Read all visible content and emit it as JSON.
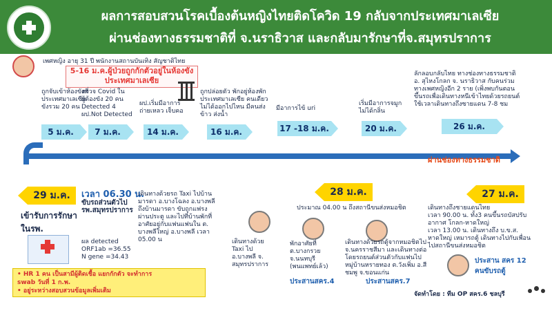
{
  "header": {
    "title_line1": "ผลการสอบสวนโรคเบื้องต้นหญิงไทยติดโควิด 19 กลับจากประเทศมาเลเซีย",
    "title_line2": "ผ่านช่องทางธรรมชาติที่ จ.นราธิวาส และกลับมารักษาที่จ.สมุทรปราการ"
  },
  "patient_info": "เพศหญิง อายุ 31 ปี  พนักงานสถานบันเทิง  สัญชาติไทย",
  "callout": "5-16 ม.ค.ผู้ป่วยถูกกักตัวอยู่ในห้องขัง\nประเทศมาเลเซีย",
  "top_dates": [
    "5 ม.ค.",
    "7 ม.ค.",
    "14 ม.ค.",
    "16 ม.ค.",
    "17 -18 ม.ค.",
    "20 ม.ค.",
    "26 ม.ค."
  ],
  "top_notes": [
    "ถูกจับเข้าห้องขังที่\nประเทศมาเลเซีย\nขังรวม 20 คน",
    "ตรวจ Covid ใน\nผู้ต้องขัง 20 คน\nDetected 4\nผป.Not Detected",
    "ผป.เริ่มมีอาการ\nถ่ายเหลว เจ็บคอ",
    "ถูกปล่อยตัว พักอยู่ห้องพัก\nประเทศมาเลเซีย คนเดียว\nไม่ได้ออกไปไหน มีคนส่ง\nข้าว ส่งน้ำ",
    "มีอาการไข้ uri",
    "เริ่มมีอาการจมูก\nไม่ได้กลิ่น",
    "ลักลอบกลับไทย ทางช่องทางธรรมชาติ\nอ. สุไหงโกลก จ. นราธิวาส กับคนร่วม\nทางเพศหญิงอีก 2 ราย (เพิ่งพบกันตอน\nขึ้นรถเพื่อเดินทางหนีเข้าไทยด้วยรถยนต์\nใช้เวลาเดินทางถึงซายแดน 7-8 ชม"
  ],
  "timeline_label": "ผ่านช่องทางธรรมชาติ",
  "bottom_dates": [
    "29 ม.ค.",
    "28 ม.ค.",
    "27 ม.ค."
  ],
  "admitted": "เข้ารับการรักษา\nในรพ.",
  "lab": {
    "time": "เวลา 06.30 น.",
    "action": "ขับรถส่วนตัวไป\nรพ.สมุทรปราการ",
    "result": "ผล detected\nORF1ab =36.55\nN gene =34.43"
  },
  "taxi_note": "เดินทางด้วยรถ Taxi ไปบ้าน\nมารดา อ.บางโฉลง อ.บางพลี\nถึงบ้านมารดา ขับถูกแฟรง\nผ่านประตู และไปที่บ้านพักที่\nอาศัยอยู่กับแฟนแฟนใน ต.\nบางพลีใหญ่ อ.บางพลี เวลา\n05.00 น",
  "taxi_person": "เดินทางด้วย\nTaxi ไป\nอ.บางพลี จ.\nสมุทรปราการ",
  "bus_note": "ประมาณ 04.00 น ถึงสถานีขนส่งหมอชิต",
  "person2": "พักอาศัยที่\nต.บางกรวย\nจ.นนทบุรี\n(พนแพทย์เล้ว)",
  "person2_label": "ประสานสคร.4",
  "person3": "เดินทางด้วยรถตู้จากหมอชิตไป\nจ.นครราชสีมา และเดินทางต่อ\nโดยรถยนต์ส่วนตัวกับแฟนไป\nหมู่บ้านหรายทอง ต.วังเพิ่ม อ.สี\nชมพู จ.ขอนแก่น",
  "person3_label": "ประสานสคร.7",
  "right_note": "เดินทางถึงชายแดนไทย\nเวลา 90.00 น. ทั้ง3 คนขึ้นรถบัสปรับ\nอากาศ โกลก-หาดใหญ่\nเวลา 13.00 น. เดินทางถึง บ.ข.ส.\nหาดใหญ่ เหมารถตู้ เดินทางไปกับเพื่อน\nไปสถานีขนส่งหมอชิต",
  "right_person_label": "ประสาน สคร 12\nคนขับรถตู้",
  "warning_lines": [
    "• HR 1 คน เป็นสามีผู้ติดเชื้อ แยกกักตัว จะทำการ",
    "  swab วันที่ 1 ก.พ.",
    "• อยู่ระหว่างสอบสวนข้อมูลเพิ่มเติม"
  ],
  "credit": "จัดทำโดย : ทีม OP สคร.6 ชลบุรี"
}
